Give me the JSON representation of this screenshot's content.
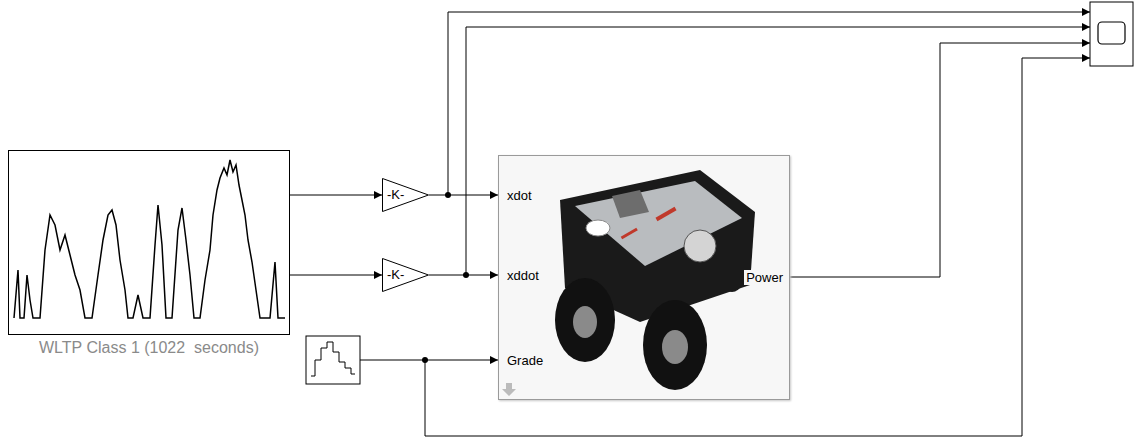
{
  "diagram": {
    "nodes": [
      {
        "text": [
          "WLTP Class 1 (1022  seconds)"
        ]
      },
      {
        "text": [
          "-K-"
        ]
      },
      {
        "text": [
          "-K-"
        ]
      },
      {
        "text": [
          "xdot",
          "xddot",
          "Grade",
          "Power"
        ]
      }
    ],
    "edges": [
      {
        "from": 0,
        "to": 1,
        "arrow": "to"
      },
      {
        "from": 0,
        "to": 2,
        "arrow": "to"
      },
      {
        "from": 1,
        "to": 3,
        "arrow": "to"
      },
      {
        "from": 2,
        "to": 3,
        "arrow": "to"
      }
    ]
  }
}
